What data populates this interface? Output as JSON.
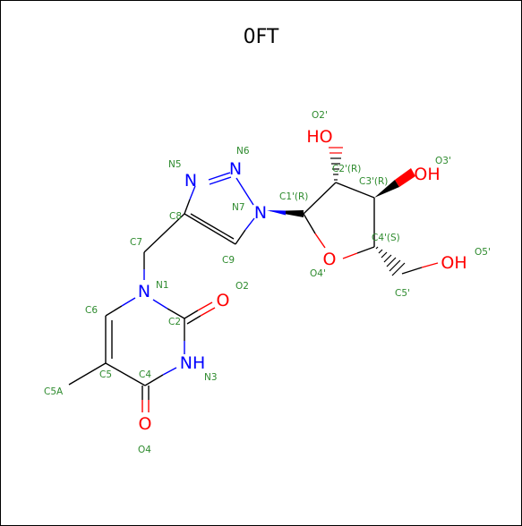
{
  "title": "0FT",
  "colors": {
    "carbon_bond": "#000000",
    "nitrogen": "#0000ff",
    "oxygen": "#ff0000",
    "atom_label": "#2e8b2e",
    "background": "#ffffff"
  },
  "atoms": {
    "N_triazole_a": "N",
    "N_triazole_b": "N",
    "N_triazole_c": "N",
    "N_ring": "N",
    "NH": "NH",
    "O_ring": "O",
    "O_carbonyl_2": "O",
    "O_carbonyl_4": "O",
    "OH_2": "HO",
    "OH_3": "OH",
    "OH_5": "OH"
  },
  "labels": {
    "O2p": "O2'",
    "N6": "N6",
    "N5": "N5",
    "C2p": "C2'(R)",
    "O3p": "O3'",
    "C3p": "C3'(R)",
    "C1p": "C1'(R)",
    "N7": "N7",
    "C8": "C8",
    "C7": "C7",
    "C9": "C9",
    "C4p": "C4'(S)",
    "O5p": "O5'",
    "O4p": "O4'",
    "C5p": "C5'",
    "N1": "N1",
    "O2": "O2",
    "C6": "C6",
    "C2": "C2",
    "C5": "C5",
    "C4": "C4",
    "N3": "N3",
    "C5A": "C5A",
    "O4": "O4"
  }
}
